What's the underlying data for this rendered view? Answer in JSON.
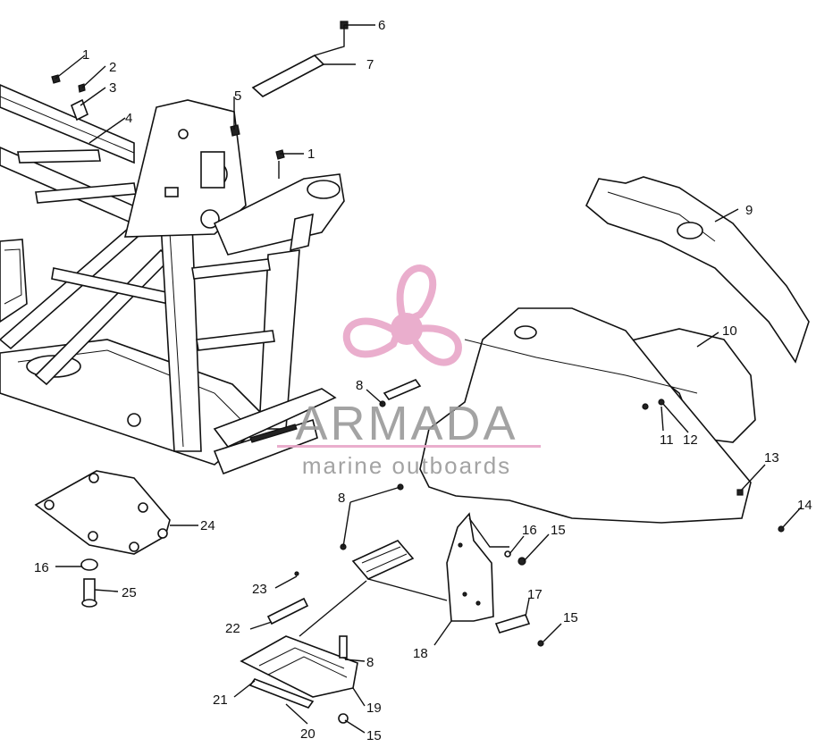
{
  "watermark": {
    "title": "ARMADA",
    "subtitle": "marine outboards",
    "colors": {
      "accent": "#e8a6c8",
      "text": "#9a9a9a"
    }
  },
  "callouts": [
    {
      "id": "c1a",
      "label": "1"
    },
    {
      "id": "c2",
      "label": "2"
    },
    {
      "id": "c3",
      "label": "3"
    },
    {
      "id": "c4",
      "label": "4"
    },
    {
      "id": "c5a",
      "label": "5"
    },
    {
      "id": "c6",
      "label": "6"
    },
    {
      "id": "c7",
      "label": "7"
    },
    {
      "id": "c1b",
      "label": "1"
    },
    {
      "id": "c9",
      "label": "9"
    },
    {
      "id": "c10",
      "label": "10"
    },
    {
      "id": "c8a",
      "label": "8"
    },
    {
      "id": "c11",
      "label": "11"
    },
    {
      "id": "c12",
      "label": "12"
    },
    {
      "id": "c13",
      "label": "13"
    },
    {
      "id": "c14",
      "label": "14"
    },
    {
      "id": "c8b",
      "label": "8"
    },
    {
      "id": "c16a",
      "label": "16"
    },
    {
      "id": "c15a",
      "label": "15"
    },
    {
      "id": "c24",
      "label": "24"
    },
    {
      "id": "c16b",
      "label": "16"
    },
    {
      "id": "c25",
      "label": "25"
    },
    {
      "id": "c17",
      "label": "17"
    },
    {
      "id": "c15b",
      "label": "15"
    },
    {
      "id": "c23",
      "label": "23"
    },
    {
      "id": "c22",
      "label": "22"
    },
    {
      "id": "c8c",
      "label": "8"
    },
    {
      "id": "c18",
      "label": "18"
    },
    {
      "id": "c21",
      "label": "21"
    },
    {
      "id": "c19",
      "label": "19"
    },
    {
      "id": "c20",
      "label": "20"
    },
    {
      "id": "c15c",
      "label": "15"
    }
  ]
}
